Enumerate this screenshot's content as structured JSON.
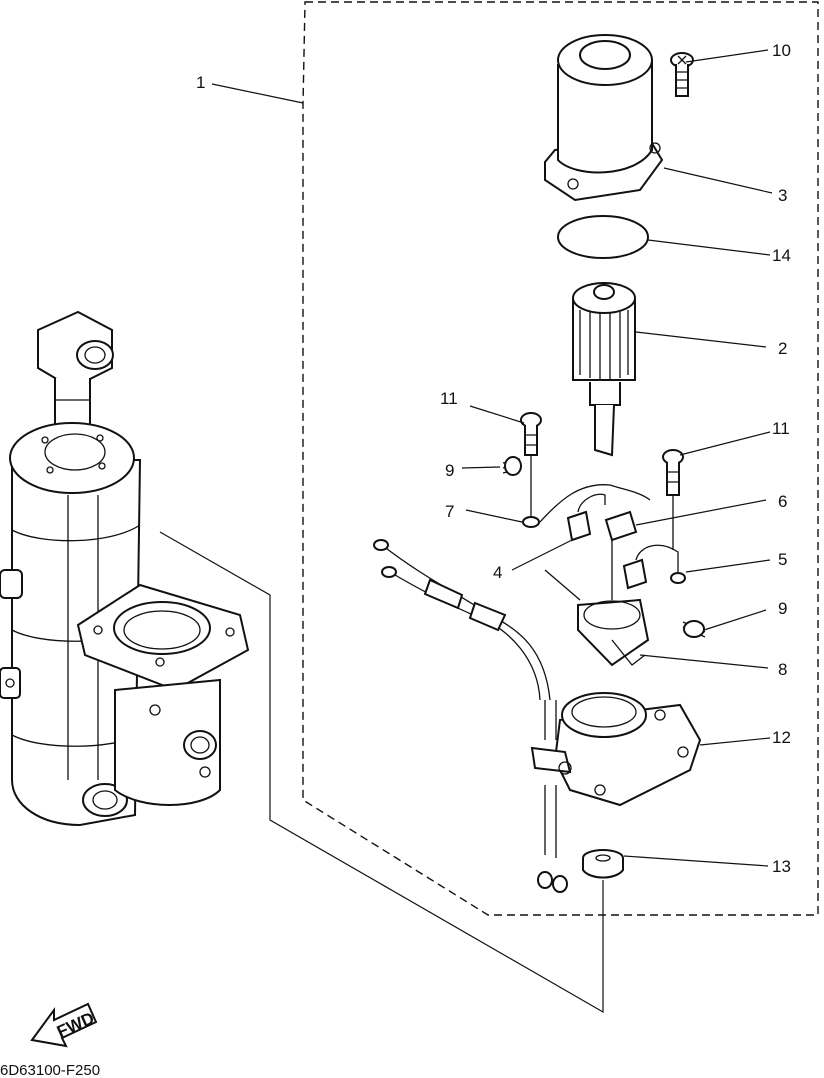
{
  "diagram": {
    "drawing_code": "6D63100-F250",
    "fwd_label": "FWD",
    "callouts": [
      "1",
      "10",
      "3",
      "14",
      "2",
      "11",
      "11",
      "9",
      "7",
      "6",
      "4",
      "5",
      "9",
      "8",
      "12",
      "13"
    ]
  }
}
